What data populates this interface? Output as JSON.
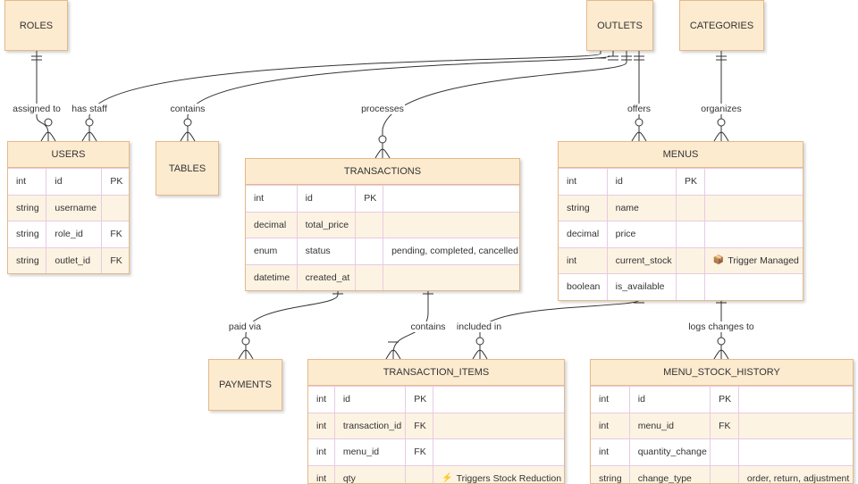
{
  "entities": {
    "roles": "ROLES",
    "outlets": "OUTLETS",
    "categories": "CATEGORIES",
    "tables": "TABLES",
    "payments": "PAYMENTS"
  },
  "relationships": {
    "assigned_to": "assigned to",
    "has_staff": "has staff",
    "contains_tables": "contains",
    "processes": "processes",
    "offers": "offers",
    "organizes": "organizes",
    "paid_via": "paid via",
    "contains_items": "contains",
    "included_in": "included in",
    "logs_changes_to": "logs changes to"
  },
  "users": {
    "title": "USERS",
    "rows": [
      [
        "int",
        "id",
        "PK"
      ],
      [
        "string",
        "username",
        ""
      ],
      [
        "string",
        "role_id",
        "FK"
      ],
      [
        "string",
        "outlet_id",
        "FK"
      ]
    ]
  },
  "transactions": {
    "title": "TRANSACTIONS",
    "rows": [
      [
        "int",
        "id",
        "PK",
        ""
      ],
      [
        "decimal",
        "total_price",
        "",
        ""
      ],
      [
        "enum",
        "status",
        "",
        "pending, completed, cancelled"
      ],
      [
        "datetime",
        "created_at",
        "",
        ""
      ]
    ]
  },
  "menus": {
    "title": "MENUS",
    "rows": [
      [
        "int",
        "id",
        "PK",
        ""
      ],
      [
        "string",
        "name",
        "",
        ""
      ],
      [
        "decimal",
        "price",
        "",
        ""
      ],
      [
        "int",
        "current_stock",
        "",
        "Trigger Managed"
      ],
      [
        "boolean",
        "is_available",
        "",
        ""
      ]
    ]
  },
  "transaction_items": {
    "title": "TRANSACTION_ITEMS",
    "rows": [
      [
        "int",
        "id",
        "PK",
        ""
      ],
      [
        "int",
        "transaction_id",
        "FK",
        ""
      ],
      [
        "int",
        "menu_id",
        "FK",
        ""
      ],
      [
        "int",
        "qty",
        "",
        "Triggers Stock Reduction"
      ]
    ]
  },
  "menu_stock_history": {
    "title": "MENU_STOCK_HISTORY",
    "rows": [
      [
        "int",
        "id",
        "PK",
        ""
      ],
      [
        "int",
        "menu_id",
        "FK",
        ""
      ],
      [
        "int",
        "quantity_change",
        "",
        ""
      ],
      [
        "string",
        "change_type",
        "",
        "order, return, adjustment"
      ]
    ]
  },
  "icons": {
    "trigger_managed": "package-icon",
    "triggers_stock_reduction": "lightning-icon"
  },
  "colors": {
    "entity_fill": "#fdebd0",
    "entity_border": "#e3b98b",
    "row_alt": "#fdf3e3",
    "line": "#333333"
  }
}
